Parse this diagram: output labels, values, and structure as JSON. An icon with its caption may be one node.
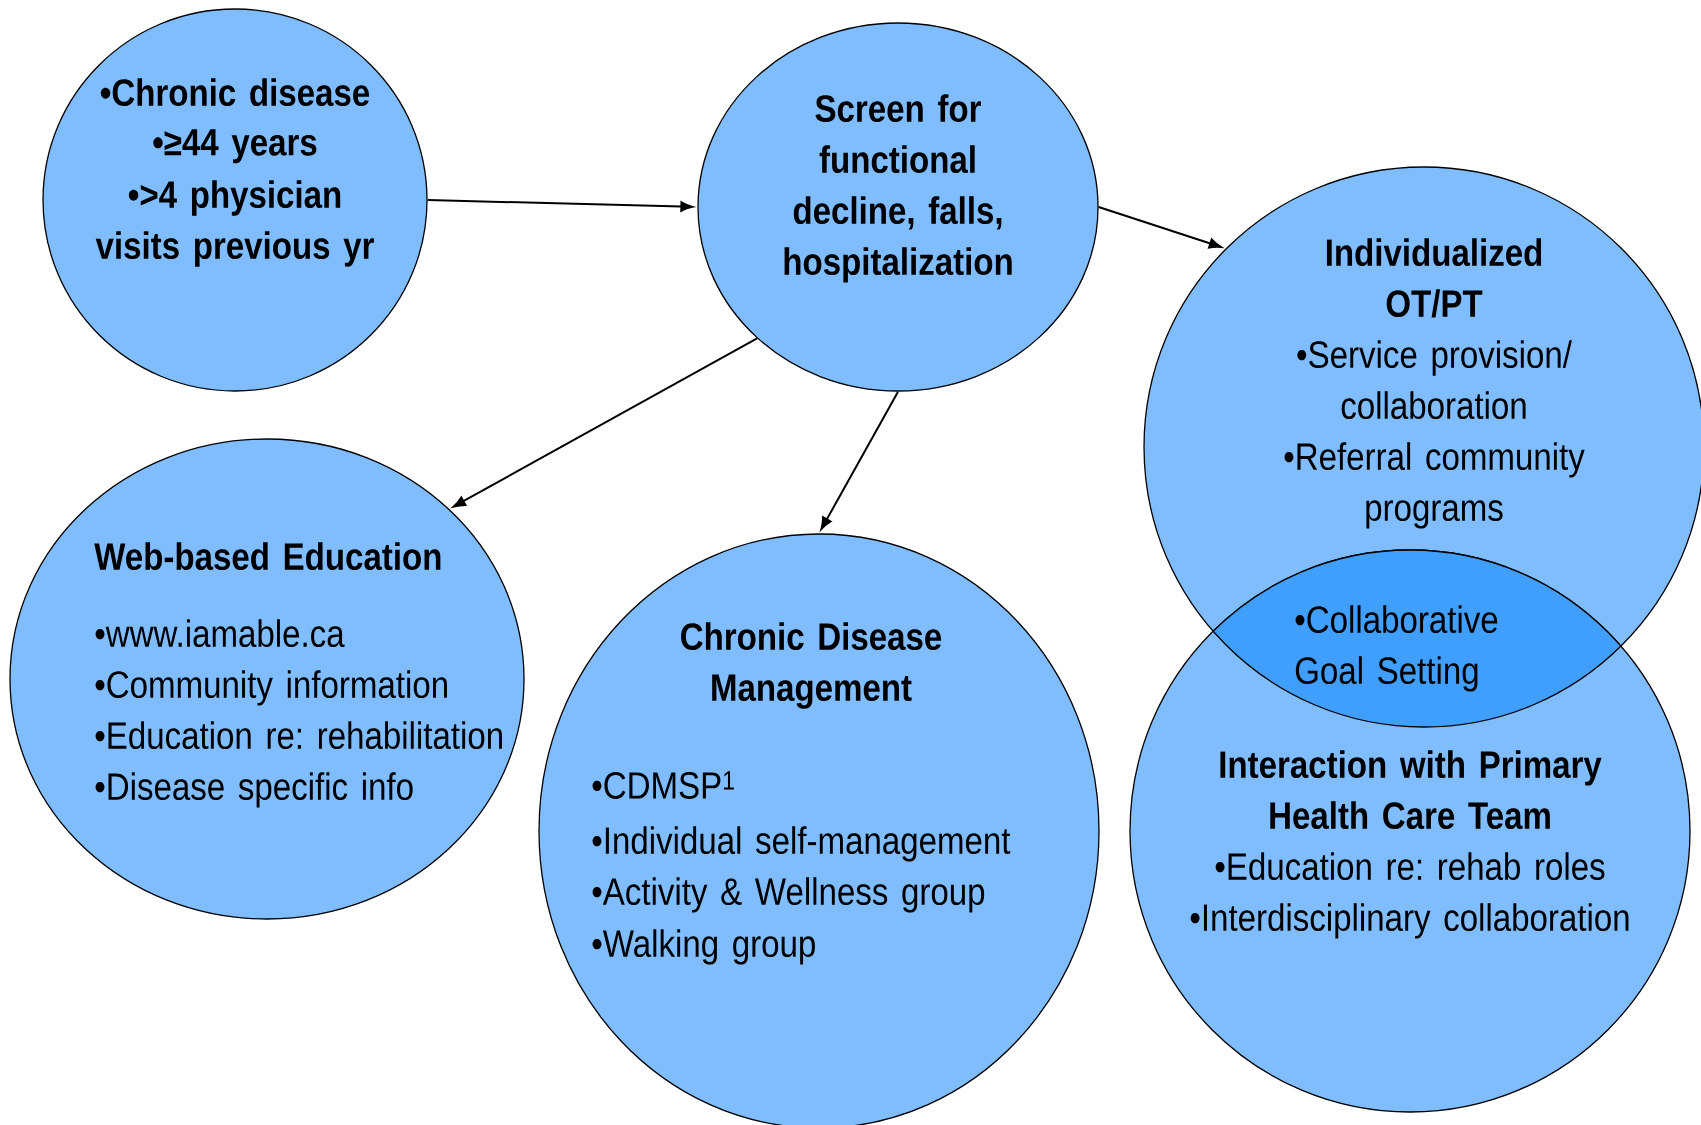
{
  "diagram": {
    "nodes": [
      {
        "text": [
          "•Chronic disease",
          "•≥44 years",
          "•>4 physician visits previous yr"
        ]
      },
      {
        "text": [
          "Screen for functional decline, falls, hospitalization"
        ]
      },
      {
        "text": [
          "Individualized OT/PT",
          "•Service provision/ collaboration",
          "•Referral community programs"
        ]
      },
      {
        "text": [
          "Web-based Education",
          "•www.iamable.ca",
          "•Community information",
          "•Education re: rehabilitation",
          "•Disease specific info"
        ]
      },
      {
        "text": [
          "Chronic Disease Management",
          "•CDMSP$^{1}$",
          "•Individual self-management",
          "•Activity & Wellness group",
          "•Walking group"
        ]
      },
      {
        "text": [
          "•Collaborative Goal Setting"
        ]
      },
      {
        "text": [
          "Interaction with Primary Health Care Team",
          "•Education re: rehab roles",
          "•Interdisciplinary collaboration"
        ]
      }
    ],
    "edges": [
      {
        "from": 0,
        "to": 1,
        "arrow": "to"
      },
      {
        "from": 1,
        "to": 2,
        "arrow": "to"
      },
      {
        "from": 1,
        "to": 3,
        "arrow": "to"
      },
      {
        "from": 1,
        "to": 4,
        "arrow": "to"
      }
    ]
  }
}
